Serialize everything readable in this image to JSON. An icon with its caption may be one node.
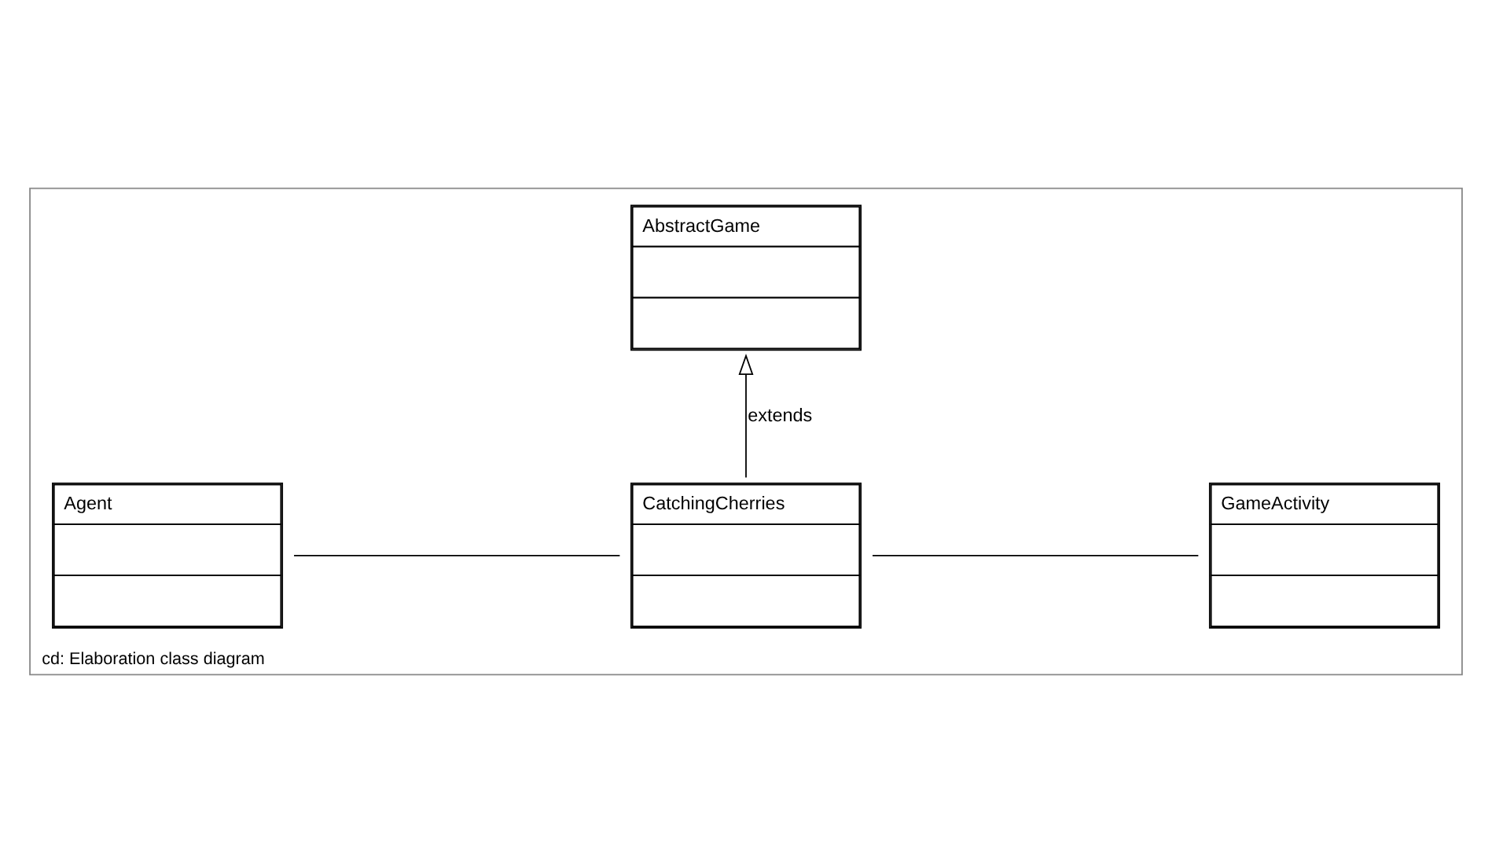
{
  "diagram": {
    "nodes": [
      {
        "text": [
          "cd: Elaboration class diagram"
        ]
      },
      {
        "text": [
          "AbstractGame"
        ],
        "in": 0
      },
      {
        "text": [
          "GameActivity"
        ],
        "in": 0
      },
      {
        "text": [
          "CatchingCherries"
        ],
        "in": 0
      },
      {
        "text": [
          "Agent"
        ],
        "in": 0
      }
    ],
    "edges": [
      {
        "from": 3,
        "to": 1,
        "arrow": "to",
        "label": "extends"
      },
      {
        "from": 2,
        "to": 3,
        "arrow": "none"
      },
      {
        "from": 3,
        "to": 4,
        "arrow": "none"
      }
    ]
  }
}
